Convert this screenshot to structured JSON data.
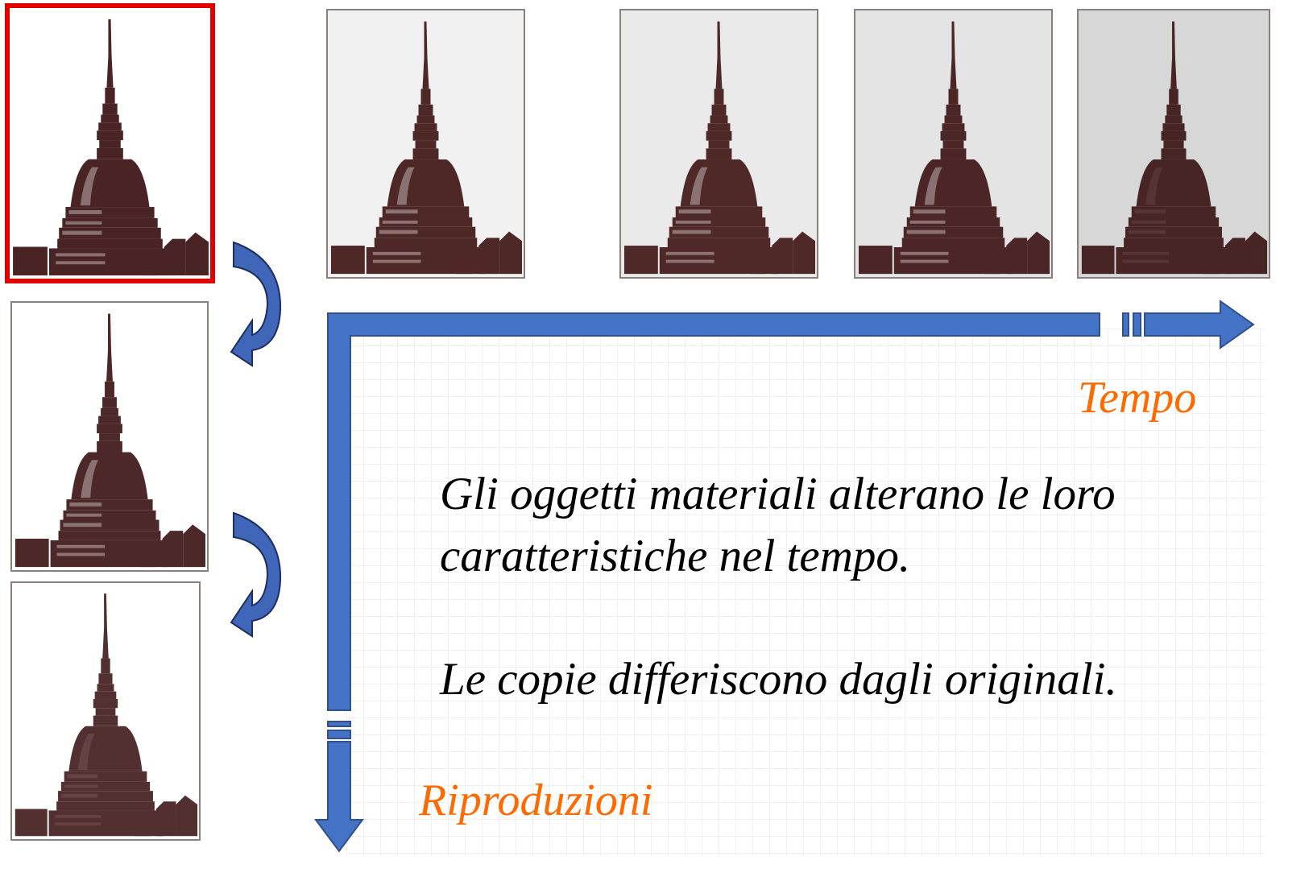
{
  "colors": {
    "arrow_fill": "#4472c4",
    "arrow_stroke": "#2f528f",
    "curved_arrow_fill": "#3f66b8",
    "label_accent": "#ff6a00",
    "highlight_border": "#e00000",
    "building_sepia": "#4a2424"
  },
  "photos_time": [
    {
      "bg": "#ffffff",
      "shade": "#4a2424",
      "highlighted": true
    },
    {
      "bg": "#f0f1f0",
      "shade": "#4e2727",
      "highlighted": false
    },
    {
      "bg": "#e9eae9",
      "shade": "#4f2828",
      "highlighted": false
    },
    {
      "bg": "#e3e4e3",
      "shade": "#4c2626",
      "highlighted": false
    },
    {
      "bg": "#d6d7d6",
      "shade": "#482525",
      "highlighted": false
    }
  ],
  "photos_reproductions": [
    {
      "bg": "#ffffff",
      "shade": "#4d2828"
    },
    {
      "bg": "#ffffff",
      "shade": "#533030"
    }
  ],
  "axis_labels": {
    "time": "Tempo",
    "reproductions": "Riproduzioni"
  },
  "statements": {
    "line1": "Gli oggetti materiali alterano le loro",
    "line2": "caratteristiche nel tempo.",
    "line3": "Le copie differiscono dagli originali."
  },
  "icons": {
    "time_arrow": "right-arrow-icon",
    "repro_arrow": "down-arrow-icon",
    "curved_arrow": "curved-down-arrow-icon",
    "building": "mole-antonelliana-icon"
  }
}
